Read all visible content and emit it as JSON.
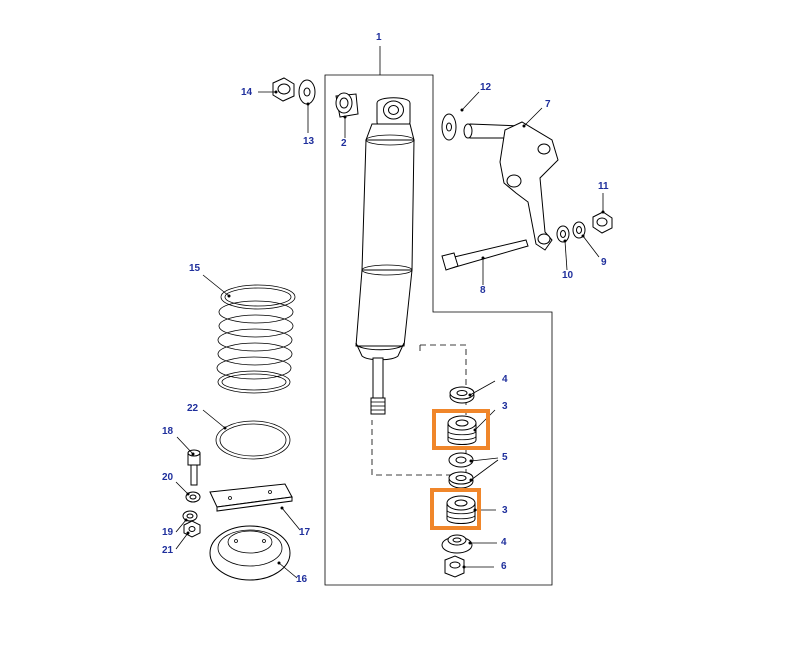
{
  "colors": {
    "label": "#1f2f9c",
    "highlight": "#f0862a",
    "line": "#000000",
    "background": "#ffffff"
  },
  "callouts": [
    {
      "id": "c1",
      "text": "1"
    },
    {
      "id": "c2",
      "text": "2"
    },
    {
      "id": "c3a",
      "text": "3"
    },
    {
      "id": "c3b",
      "text": "3"
    },
    {
      "id": "c4a",
      "text": "4"
    },
    {
      "id": "c4b",
      "text": "4"
    },
    {
      "id": "c5",
      "text": "5"
    },
    {
      "id": "c6",
      "text": "6"
    },
    {
      "id": "c7",
      "text": "7"
    },
    {
      "id": "c8",
      "text": "8"
    },
    {
      "id": "c9",
      "text": "9"
    },
    {
      "id": "c10",
      "text": "10"
    },
    {
      "id": "c11",
      "text": "11"
    },
    {
      "id": "c12",
      "text": "12"
    },
    {
      "id": "c13",
      "text": "13"
    },
    {
      "id": "c14",
      "text": "14"
    },
    {
      "id": "c15",
      "text": "15"
    },
    {
      "id": "c16",
      "text": "16"
    },
    {
      "id": "c17",
      "text": "17"
    },
    {
      "id": "c18",
      "text": "18"
    },
    {
      "id": "c19",
      "text": "19"
    },
    {
      "id": "c20",
      "text": "20"
    },
    {
      "id": "c21",
      "text": "21"
    },
    {
      "id": "c22",
      "text": "22"
    }
  ],
  "highlighted_parts": [
    "3"
  ]
}
